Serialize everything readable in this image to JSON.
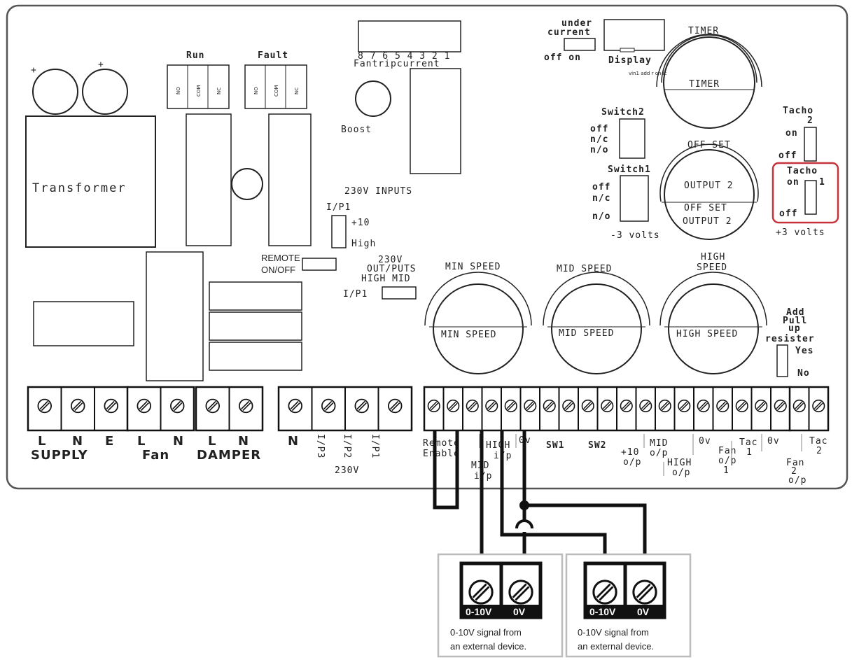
{
  "board": {
    "top_connector_numbers": "8 7 6 5 4 3 2 1",
    "fantrip": "Fantripcurrent",
    "boost": "Boost",
    "transformer": "Transformer",
    "run": "Run",
    "fault": "Fault",
    "relay_pins": [
      "NO",
      "COM",
      "NC"
    ],
    "inputs_230v": "230V INPUTS",
    "ip1": "I/P1",
    "plus10": "+10",
    "high": "High",
    "remote_onoff_1": "REMOTE",
    "remote_onoff_2": "ON/OFF",
    "outputs_230v_1": "230V",
    "outputs_230v_2": "OUT/PUTS",
    "outputs_high_mid": "HIGH    MID",
    "outputs_ip1": "I/P1",
    "under_current_1": "under",
    "under_current_2": "current",
    "off_on": "off  on",
    "display": "Display",
    "timer": "TIMER",
    "vin_add": "vin1 add r on ic",
    "switch2": "Switch2",
    "switch1": "Switch1",
    "switch_opts": [
      "off",
      "n/c",
      "n/o"
    ],
    "offset": "OFF SET",
    "output2": "OUTPUT 2",
    "minus3": "-3 volts",
    "plus3": "+3 volts",
    "tacho2_1": "Tacho",
    "tacho2_2": "2",
    "tacho1": "Tacho",
    "tacho1_num": "1",
    "on": "on",
    "off": "off",
    "min_speed": "MIN SPEED",
    "mid_speed": "MID SPEED",
    "high_speed_1": "HIGH",
    "high_speed_2": "SPEED",
    "high_speed": "HIGH SPEED",
    "add_pull_up": [
      "Add",
      "Pull",
      "up",
      "resister"
    ],
    "yes": "Yes",
    "no": "No",
    "left_labels": [
      "L",
      "N",
      "E",
      "L",
      "N",
      "L",
      "N",
      "N"
    ],
    "supply": "SUPPLY",
    "fan": "Fan",
    "damper": "DAMPER",
    "ip3": "I/P3",
    "ip2": "I/P2",
    "ip1_term": "I/P1",
    "v230": "230V",
    "remote_enable_1": "Remote",
    "remote_enable_2": "Enable",
    "mid_ip_1": "MID",
    "mid_ip_2": "i/p",
    "high_ip_1": "HIGH",
    "high_ip_2": "i/p",
    "zero_v": "0v",
    "sw1": "SW1",
    "sw2": "SW2",
    "plus10_op": [
      "+10",
      "o/p"
    ],
    "mid_op": [
      "MID",
      "o/p"
    ],
    "high_op": [
      "HIGH",
      "o/p"
    ],
    "zero_v2": "0v",
    "fan_op1": [
      "Fan",
      "o/p",
      "1"
    ],
    "tac1": [
      "Tac",
      "1"
    ],
    "zero_v3": "0v",
    "fan_op2": [
      "Fan",
      "2",
      "o/p"
    ],
    "tac2": [
      "Tac",
      "2"
    ]
  },
  "external": [
    {
      "t1": "0-10V",
      "t2": "0V",
      "note1": "0-10V signal from",
      "note2": "an external device."
    },
    {
      "t1": "0-10V",
      "t2": "0V",
      "note1": "0-10V signal from",
      "note2": "an external device."
    }
  ],
  "colors": {
    "highlight": "#c8323a",
    "line": "#111111",
    "board": "#555555",
    "ext_border": "#bbbbbb"
  }
}
